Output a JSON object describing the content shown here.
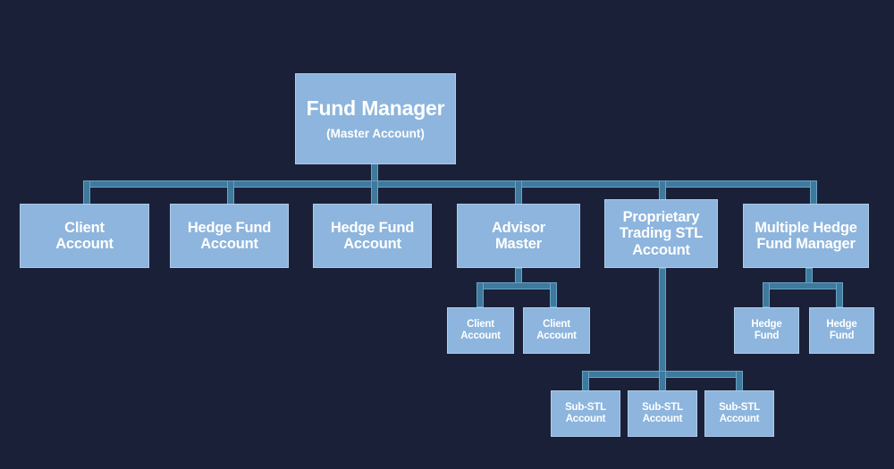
{
  "diagram": {
    "type": "org-chart",
    "title": "Fund Manager account hierarchy",
    "background_color": "#1b2039",
    "node_fill_color": "#8db5dd",
    "node_border_color": "#aecbe8",
    "connector_color": "#3d7a9e",
    "connector_border_color": "#6ba3c2",
    "text_color": "#ffffff",
    "levels": 4
  },
  "nodes": {
    "root": {
      "title": "Fund Manager",
      "subtitle": "(Master Account)",
      "level": 1
    },
    "level2": [
      {
        "id": "client-account",
        "title": "Client\nAccount",
        "children": 0
      },
      {
        "id": "hedge-fund-account-1",
        "title": "Hedge Fund\nAccount",
        "children": 0
      },
      {
        "id": "hedge-fund-account-2",
        "title": "Hedge Fund\nAccount",
        "children": 0
      },
      {
        "id": "advisor-master",
        "title": "Advisor\nMaster",
        "children": 2
      },
      {
        "id": "proprietary-trading-stl-account",
        "title": "Proprietary\nTrading STL\nAccount",
        "children": 3
      },
      {
        "id": "multiple-hedge-fund-manager",
        "title": "Multiple Hedge\nFund Manager",
        "children": 2
      }
    ],
    "advisor_master_children": [
      {
        "id": "advisor-client-account-1",
        "title": "Client\nAccount"
      },
      {
        "id": "advisor-client-account-2",
        "title": "Client\nAccount"
      }
    ],
    "multiple_hedge_fund_children": [
      {
        "id": "hedge-fund-1",
        "title": "Hedge\nFund"
      },
      {
        "id": "hedge-fund-2",
        "title": "Hedge\nFund"
      }
    ],
    "stl_children": [
      {
        "id": "sub-stl-account-1",
        "title": "Sub-STL\nAccount"
      },
      {
        "id": "sub-stl-account-2",
        "title": "Sub-STL\nAccount"
      },
      {
        "id": "sub-stl-account-3",
        "title": "Sub-STL\nAccount"
      }
    ]
  }
}
